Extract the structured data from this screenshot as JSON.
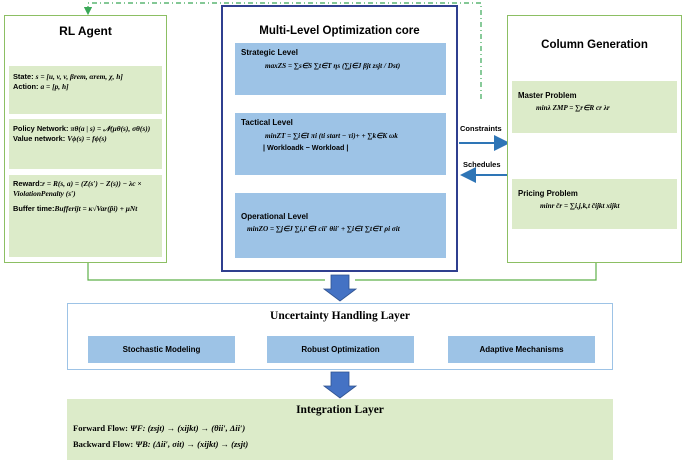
{
  "rl_agent": {
    "title": "RL Agent",
    "state_label": "State: ",
    "state_formula": "s = [u, v, v, βrem, αrem, χ, h]",
    "action_label": "Action: ",
    "action_formula": "a = [p, h]",
    "policy_label": "Policy Network: ",
    "policy_formula": "πθ(a | s) = 𝒩(μθ(s), σθ(s))",
    "value_label": "Value network: ",
    "value_formula": "Vϕ(s) = fϕ(s)",
    "reward_label": "Reward:",
    "reward_formula": "r = R(s, a) = (Z(s′) − Z(s)) − λc × ViolationPenalty (s′)",
    "buffer_label": "Buffer time:",
    "buffer_formula": "Bufferijt = κ√Var(p̃i) + μNt"
  },
  "core": {
    "title": "Multi-Level Optimization core",
    "strategic_title": "Strategic Level",
    "strategic_formula": "maxZS = ∑s∈S ∑t∈T ηs (∑j∈J βjt zsjt / Dst)",
    "tactical_title": "Tactical Level",
    "tactical_formula": "minZT = ∑i∈I πi (ti start − τi)+ + ∑k∈K ωk",
    "tactical_formula2": "| Workloadk − Workload |",
    "operational_title": "Operational Level",
    "operational_formula": "minZO = ∑j∈J ∑i,i′∈I cii′ θii′ + ∑i∈I ∑t∈T ρi σit"
  },
  "column_generation": {
    "title": "Column Generation",
    "master_title": "Master Problem",
    "master_formula": "minλ ZMP = ∑r∈R cr λr",
    "pricing_title": "Pricing Problem",
    "pricing_formula": "minr c̄r = ∑i,j,k,t c̄ijkt xijkt"
  },
  "arrows": {
    "constraints": "Constraints",
    "schedules": "Schedules"
  },
  "uncertainty": {
    "title": "Uncertainty Handling Layer",
    "items": [
      "Stochastic Modeling",
      "Robust Optimization",
      "Adaptive Mechanisms"
    ]
  },
  "integration": {
    "title": "Integration Layer",
    "forward_label": "Forward Flow: ",
    "forward_formula": "ΨF: (zsjt) → (xijkt) → (θii′, Δii′)",
    "backward_label": "Backward Flow: ",
    "backward_formula": "ΨB: (Δii′, σit) → (xijkt) → (zsjt)"
  },
  "colors": {
    "green_border": "#8cbf63",
    "green_fill": "#dcebc9",
    "blue_fill": "#9dc3e6",
    "navy_border": "#2f3f8f",
    "arrow_blue": "#2e75b6",
    "dash_green": "#3aa858"
  }
}
